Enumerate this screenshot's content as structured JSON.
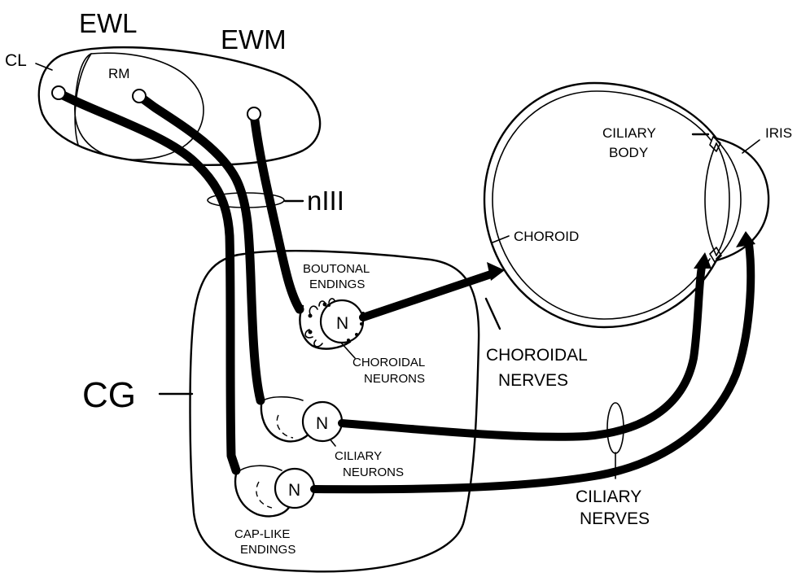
{
  "labels": {
    "ewl": "EWL",
    "ewm": "EWM",
    "cl": "CL",
    "rm": "RM",
    "n3": "nIII",
    "cg": "CG",
    "boutonal_1": "BOUTONAL",
    "boutonal_2": "ENDINGS",
    "choroidal_neurons_1": "CHOROIDAL",
    "choroidal_neurons_2": "NEURONS",
    "ciliary_neurons_1": "CILIARY",
    "ciliary_neurons_2": "NEURONS",
    "caplike_1": "CAP-LIKE",
    "caplike_2": "ENDINGS",
    "choroid": "CHOROID",
    "choroidal_nerves_1": "CHOROIDAL",
    "choroidal_nerves_2": "NERVES",
    "ciliary_body_1": "CILIARY",
    "ciliary_body_2": "BODY",
    "iris": "IRIS",
    "ciliary_nerves_1": "CILIARY",
    "ciliary_nerves_2": "NERVES",
    "neuron_choroidal": "N",
    "neuron_ciliary": "N",
    "neuron_caplike": "N"
  }
}
